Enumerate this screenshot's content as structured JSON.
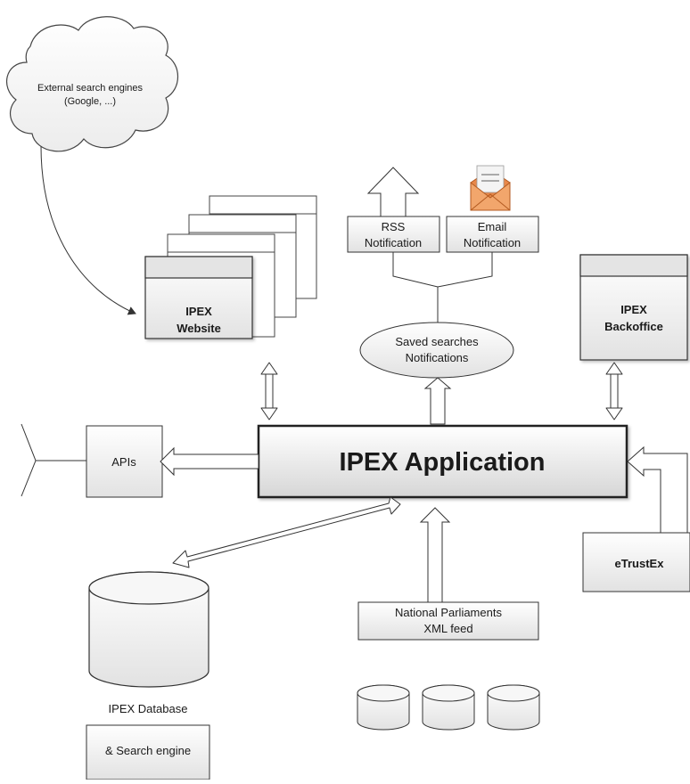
{
  "diagram": {
    "cloud_line1": "External search engines",
    "cloud_line2": "(Google, ...)",
    "website_line1": "IPEX",
    "website_line2": "Website",
    "rss_line1": "RSS",
    "rss_line2": "Notification",
    "email_line1": "Email",
    "email_line2": "Notification",
    "saved_line1": "Saved searches",
    "saved_line2": "Notifications",
    "backoffice_line1": "IPEX",
    "backoffice_line2": "Backoffice",
    "apis": "APIs",
    "application": "IPEX Application",
    "etrustex": "eTrustEx",
    "db_label": "IPEX Database",
    "search_engine": "& Search engine",
    "np_line1": "National Parliaments",
    "np_line2": "XML feed"
  }
}
